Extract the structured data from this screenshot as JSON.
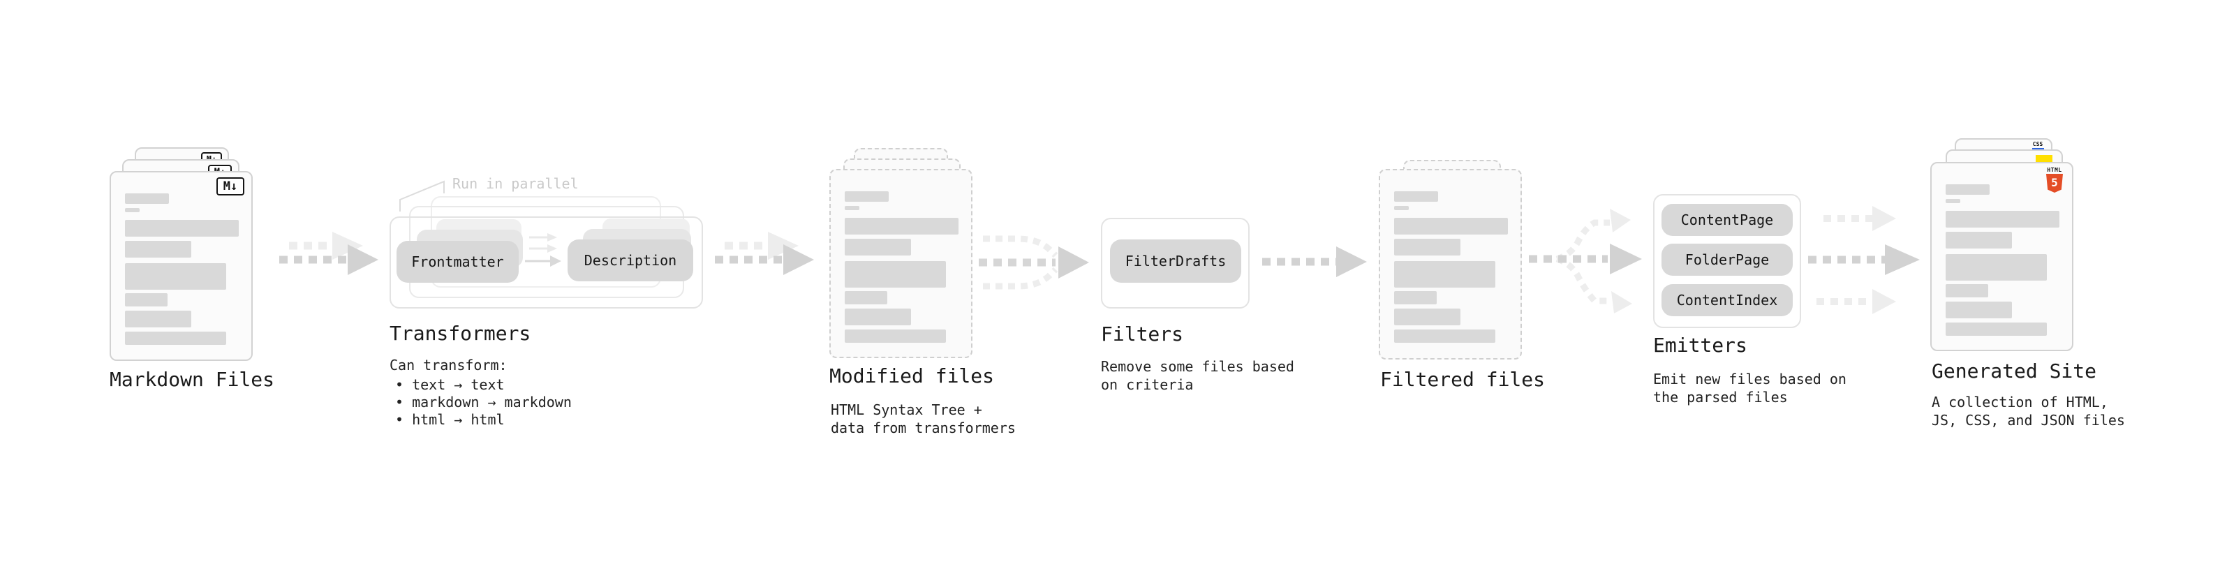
{
  "diagram": {
    "stages": {
      "markdown": {
        "title": "Markdown Files",
        "badge": "M↓"
      },
      "transformers": {
        "title": "Transformers",
        "note": "Run in parallel",
        "pills": {
          "left": "Frontmatter",
          "right": "Description"
        },
        "caption": "Can transform:",
        "bullets": [
          "• text → text",
          "• markdown → markdown",
          "• html → html"
        ]
      },
      "modified": {
        "title": "Modified files",
        "caption_lines": [
          "HTML Syntax Tree +",
          "data from transformers"
        ]
      },
      "filters": {
        "title": "Filters",
        "pill": "FilterDrafts",
        "caption_lines": [
          "Remove some files based",
          "on criteria"
        ]
      },
      "filtered": {
        "title": "Filtered files"
      },
      "emitters": {
        "title": "Emitters",
        "pills": [
          "ContentPage",
          "FolderPage",
          "ContentIndex"
        ],
        "caption_lines": [
          "Emit new files based on",
          "the parsed files"
        ]
      },
      "generated": {
        "title": "Generated Site",
        "badges": {
          "css": "CSS",
          "html_word": "HTML",
          "html_number": "5"
        },
        "caption_lines": [
          "A collection of HTML,",
          "JS, CSS, and JSON files"
        ]
      }
    },
    "colors": {
      "html5_orange": "#e44d26",
      "js_yellow": "#ffdf00",
      "css_blue": "#2b63e0",
      "pill_gray": "#d8d8d8",
      "bar_gray": "#d9d9d9",
      "arrow_dark": "#d2d2d2",
      "arrow_light": "#ededed",
      "note_gray": "#c9c9c9",
      "text": "#1a1a1a"
    }
  }
}
